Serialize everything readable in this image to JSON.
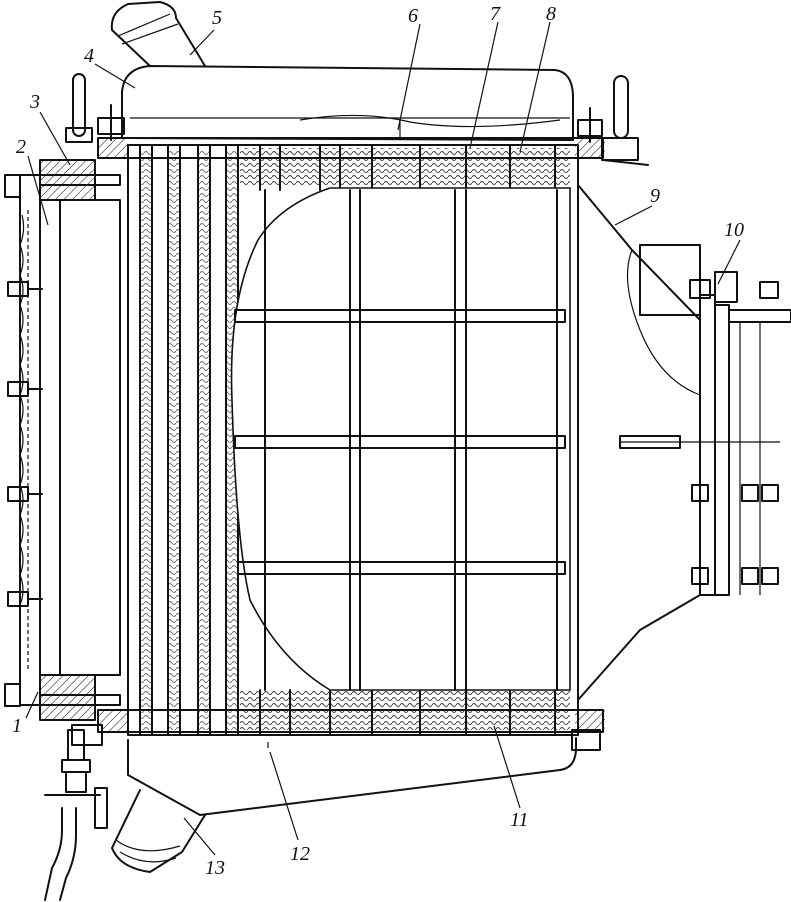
{
  "callouts": [
    {
      "id": "1",
      "label": "1"
    },
    {
      "id": "2",
      "label": "2"
    },
    {
      "id": "3",
      "label": "3"
    },
    {
      "id": "4",
      "label": "4"
    },
    {
      "id": "5",
      "label": "5"
    },
    {
      "id": "6",
      "label": "6"
    },
    {
      "id": "7",
      "label": "7"
    },
    {
      "id": "8",
      "label": "8"
    },
    {
      "id": "9",
      "label": "9"
    },
    {
      "id": "10",
      "label": "10"
    },
    {
      "id": "11",
      "label": "11"
    },
    {
      "id": "12",
      "label": "12"
    },
    {
      "id": "13",
      "label": "13"
    }
  ]
}
